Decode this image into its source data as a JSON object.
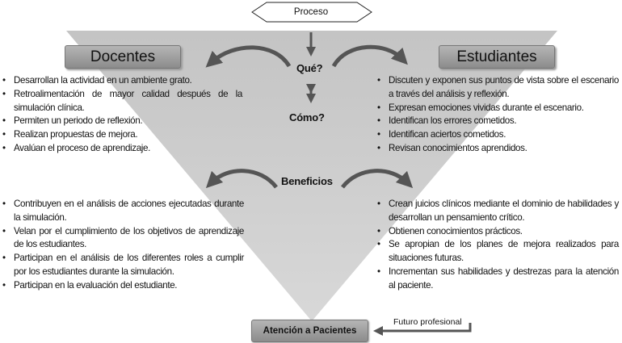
{
  "top_label": "Proceso",
  "left_header": "Docentes",
  "right_header": "Estudiantes",
  "que": "Qué?",
  "como": "Cómo?",
  "beneficios": "Beneficios",
  "docentes_que": [
    "Desarrollan la actividad en un ambiente grato.",
    "Retroalimentación de mayor calidad después de la simulación clínica.",
    "Permiten un periodo de reflexión.",
    "Realizan propuestas de mejora.",
    "Avalúan el proceso de aprendizaje."
  ],
  "estudiantes_que": [
    "Discuten y exponen sus puntos de vista sobre el escenario a través del análisis y reflexión.",
    "Expresan emociones vividas durante el escenario.",
    "Identifican los errores cometidos.",
    "Identifican aciertos cometidos.",
    "Revisan conocimientos aprendidos."
  ],
  "docentes_beneficios": [
    "Contribuyen en el análisis de acciones ejecutadas durante la simulación.",
    "Velan por el cumplimiento de los objetivos de aprendizaje de los estudiantes.",
    "Participan en el análisis de los diferentes roles a cumplir por los estudiantes durante la simulación.",
    "Participan en la evaluación del estudiante."
  ],
  "estudiantes_beneficios": [
    "Crean juicios clínicos mediante el dominio de habilidades y desarrollan un pensamiento crítico.",
    "Obtienen conocimientos prácticos.",
    "Se apropian de los planes de mejora realizados para situaciones futuras.",
    "Incrementan sus habilidades y destrezas para la atención al paciente."
  ],
  "bottom_label": "Atención a Pacientes",
  "future_label": "Futuro profesional",
  "colors": {
    "funnel": "#c9c9c9",
    "box": "#9e9e9e",
    "arrow": "#555555"
  }
}
